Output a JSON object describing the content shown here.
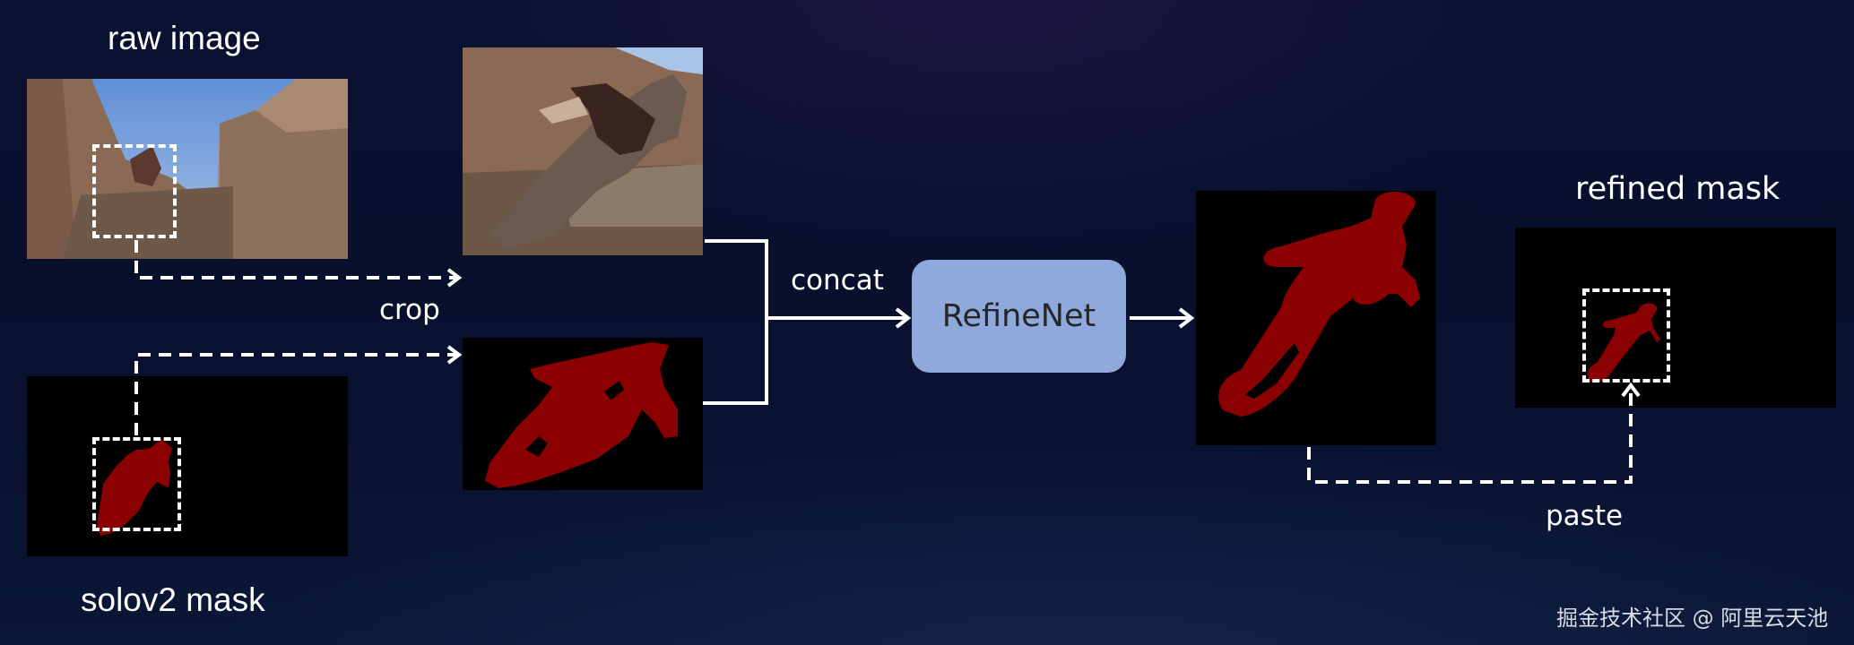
{
  "labels": {
    "raw_image": "raw image",
    "solov2_mask": "solov2 mask",
    "crop": "crop",
    "concat": "concat",
    "refinenet": "RefineNet",
    "refined_mask": "refined mask",
    "paste": "paste"
  },
  "watermark": "掘金技术社区 @ 阿里云天池",
  "colors": {
    "background": "#0a1030",
    "refinenet_box": "#8fa9dc",
    "mask_fill": "#8b0000",
    "connector": "#ffffff"
  },
  "nodes": [
    {
      "id": "raw-image",
      "label": "raw image",
      "type": "image"
    },
    {
      "id": "solov2-mask",
      "label": "solov2 mask",
      "type": "mask"
    },
    {
      "id": "cropped-image",
      "label": "",
      "type": "image"
    },
    {
      "id": "cropped-mask",
      "label": "",
      "type": "mask"
    },
    {
      "id": "refinenet",
      "label": "RefineNet",
      "type": "process"
    },
    {
      "id": "refined-crop",
      "label": "",
      "type": "mask"
    },
    {
      "id": "refined-mask",
      "label": "refined mask",
      "type": "mask"
    }
  ],
  "edges": [
    {
      "from": "raw-image",
      "to": "cropped-image",
      "label": "crop",
      "style": "dashed"
    },
    {
      "from": "solov2-mask",
      "to": "cropped-mask",
      "label": "",
      "style": "dashed"
    },
    {
      "from": "cropped-image",
      "to": "refinenet",
      "label": "concat",
      "style": "solid"
    },
    {
      "from": "cropped-mask",
      "to": "refinenet",
      "label": "concat",
      "style": "solid"
    },
    {
      "from": "refinenet",
      "to": "refined-crop",
      "label": "",
      "style": "solid"
    },
    {
      "from": "refined-crop",
      "to": "refined-mask",
      "label": "paste",
      "style": "dashed"
    }
  ]
}
